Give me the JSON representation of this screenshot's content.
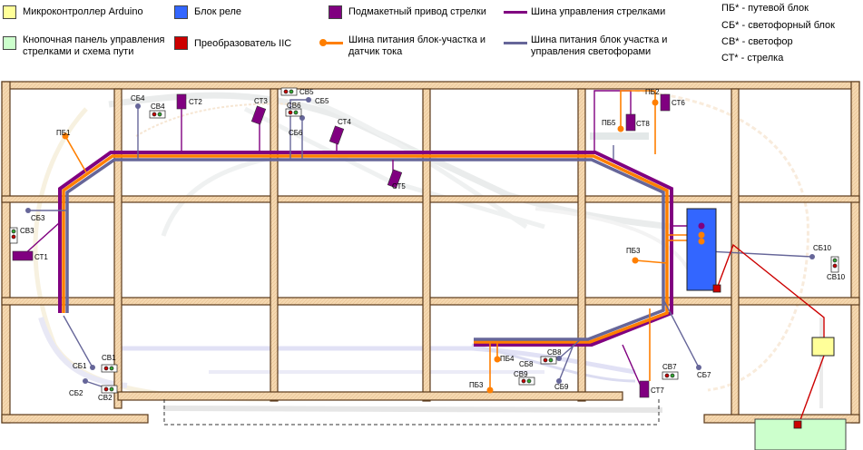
{
  "legend": {
    "arduino": "Микроконтроллер Arduino",
    "relay": "Блок реле",
    "drive": "Подмакетный привод стрелки",
    "control_bus": "Шина управления стрелками",
    "panel_1": "Кнопочная панель управления",
    "panel_2": "стрелками и схема пути",
    "iic": "Преобразователь IIC",
    "power_bus_1": "Шина питания блок-участка и",
    "power_bus_2": "датчик тока",
    "signal_bus_1": "Шина питания блок участка и",
    "signal_bus_2": "управления светофорами",
    "abbr_pb": "ПБ* - путевой блок",
    "abbr_sb": "СБ* - светофорный блок",
    "abbr_sv": "СВ* - светофор",
    "abbr_st": "СТ* - стрелка"
  },
  "colors": {
    "arduino": "#ffff99",
    "relay": "#3366ff",
    "drive": "#800080",
    "iic": "#cc0000",
    "panel": "#ccffcc",
    "control_bus": "#800080",
    "power_bus": "#ff7f00",
    "signal_bus": "#666699",
    "frame": "#f5d8b0",
    "frame_stroke": "#5a3a1a"
  },
  "labels": {
    "pb1": "ПБ1",
    "pb2": "ПБ2",
    "pb3a": "ПБ3",
    "pb3b": "ПБ3",
    "pb4": "ПБ4",
    "pb5": "ПБ5",
    "sb1": "СБ1",
    "sb2": "СБ2",
    "sb3": "СБ3",
    "sb4": "СБ4",
    "sb5": "СБ5",
    "sb6": "СБ6",
    "sb7": "СБ7",
    "sb8": "СБ8",
    "sb9": "СБ9",
    "sb10": "СБ10",
    "sv1": "СВ1",
    "sv2": "СВ2",
    "sv3": "СВ3",
    "sv4": "СВ4",
    "sv5": "СВ5",
    "sv6": "СВ6",
    "sv7": "СВ7",
    "sv8": "СВ8",
    "sv9": "СВ9",
    "sv10": "СВ10",
    "st1": "СТ1",
    "st2": "СТ2",
    "st3": "СТ3",
    "st4": "СТ4",
    "st5": "СТ5",
    "st6": "СТ6",
    "st7": "СТ7",
    "st8": "СТ8"
  }
}
